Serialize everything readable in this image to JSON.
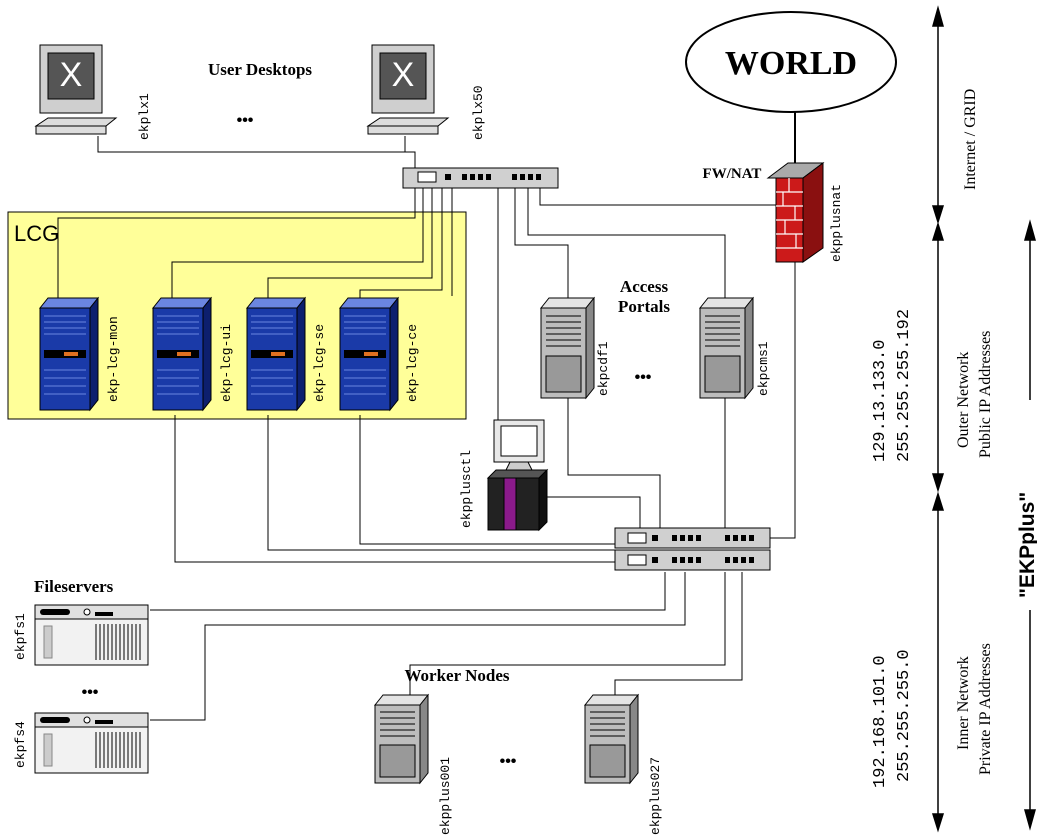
{
  "world": {
    "label": "WORLD"
  },
  "firewall": {
    "label": "FW/NAT",
    "host": "ekpplusnat"
  },
  "desktops": {
    "title": "User Desktops",
    "hosts": [
      "ekplx1",
      "ekplx50"
    ],
    "ellipsis": "•••"
  },
  "lcg": {
    "title": "LCG",
    "hosts": [
      "ekp-lcg-mon",
      "ekp-lcg-ui",
      "ekp-lcg-se",
      "ekp-lcg-ce"
    ]
  },
  "access_portals": {
    "title_line1": "Access",
    "title_line2": "Portals",
    "hosts": [
      "ekpcdf1",
      "ekpcms1"
    ],
    "ellipsis": "•••"
  },
  "control": {
    "host": "ekpplusctl"
  },
  "fileservers": {
    "title": "Fileservers",
    "hosts": [
      "ekpfs1",
      "ekpfs4"
    ],
    "ellipsis": "•••"
  },
  "worker_nodes": {
    "title": "Worker Nodes",
    "hosts": [
      "ekpplus001",
      "ekpplus027"
    ],
    "ellipsis": "•••"
  },
  "networks": {
    "internet": {
      "label": "Internet / GRID"
    },
    "outer": {
      "line1": "Outer Network",
      "line2": "Public IP Addresses",
      "address": "129.13.133.0",
      "netmask": "255.255.255.192"
    },
    "inner": {
      "line1": "Inner Network",
      "line2": "Private IP Addresses",
      "address": "192.168.101.0",
      "netmask": "255.255.255.0"
    },
    "system": {
      "label": "\"EKPplus\""
    }
  },
  "colors": {
    "lcg_box": "#ffff99",
    "rack_blue": "#1a3aa8",
    "firewall_red": "#cc1a1a",
    "server_gray": "#bdbdbd",
    "ctl_purple": "#8b1a8b",
    "line": "#000000"
  }
}
